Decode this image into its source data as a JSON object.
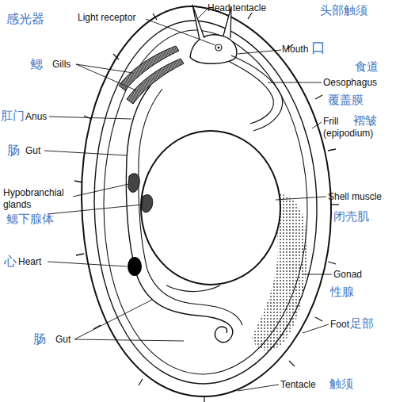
{
  "diagram": {
    "labels": [
      "感光器",
      "Light receptor",
      "Head tentacle",
      "头部触须",
      "Mouth",
      "口",
      "食道",
      "鳃",
      "Gills",
      "Oesophagus",
      "覆盖膜",
      "肛门",
      "Anus",
      "Frill (epipodium)",
      "褶皱",
      "肠",
      "Gut",
      "Hypobranchial glands",
      "鳃下腺体",
      "Shell muscle",
      "闭壳肌",
      "心",
      "Heart",
      "Gonad",
      "性腺",
      "肠",
      "Gut",
      "Foot",
      "足部",
      "Tentacle",
      "触须"
    ]
  }
}
